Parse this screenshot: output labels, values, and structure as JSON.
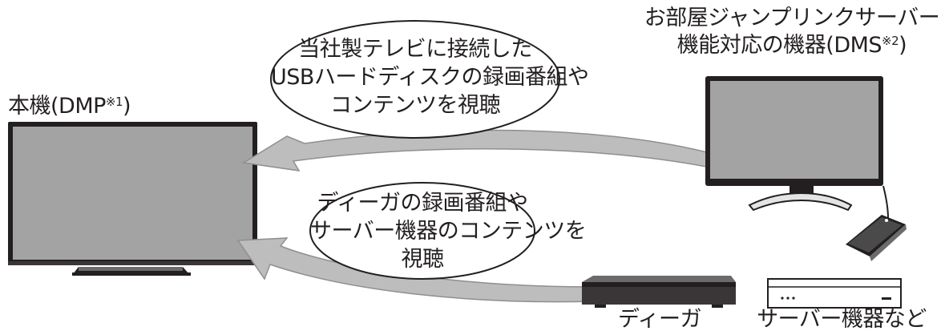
{
  "dmp_label": {
    "main": "本機(DMP",
    "note": "※1",
    "close": ")"
  },
  "dms_label": {
    "line1": "お部屋ジャンプリンクサーバー",
    "line2_main": "機能対応の機器(DMS",
    "note": "※2",
    "close": ")"
  },
  "bubble_top": {
    "line1": "当社製テレビに接続した",
    "line2": "USBハードディスクの録画番組や",
    "line3": "コンテンツを視聴"
  },
  "bubble_bottom": {
    "line1": "ディーガの録画番組や",
    "line2": "サーバー機器のコンテンツを",
    "line3": "視聴"
  },
  "device_labels": {
    "diga": "ディーガ",
    "server": "サーバー機器など"
  },
  "colors": {
    "screen": "#a3a3a3",
    "bezel": "#231f20",
    "arrow": "#bdbdbd",
    "stand": "#e4e4e4"
  }
}
